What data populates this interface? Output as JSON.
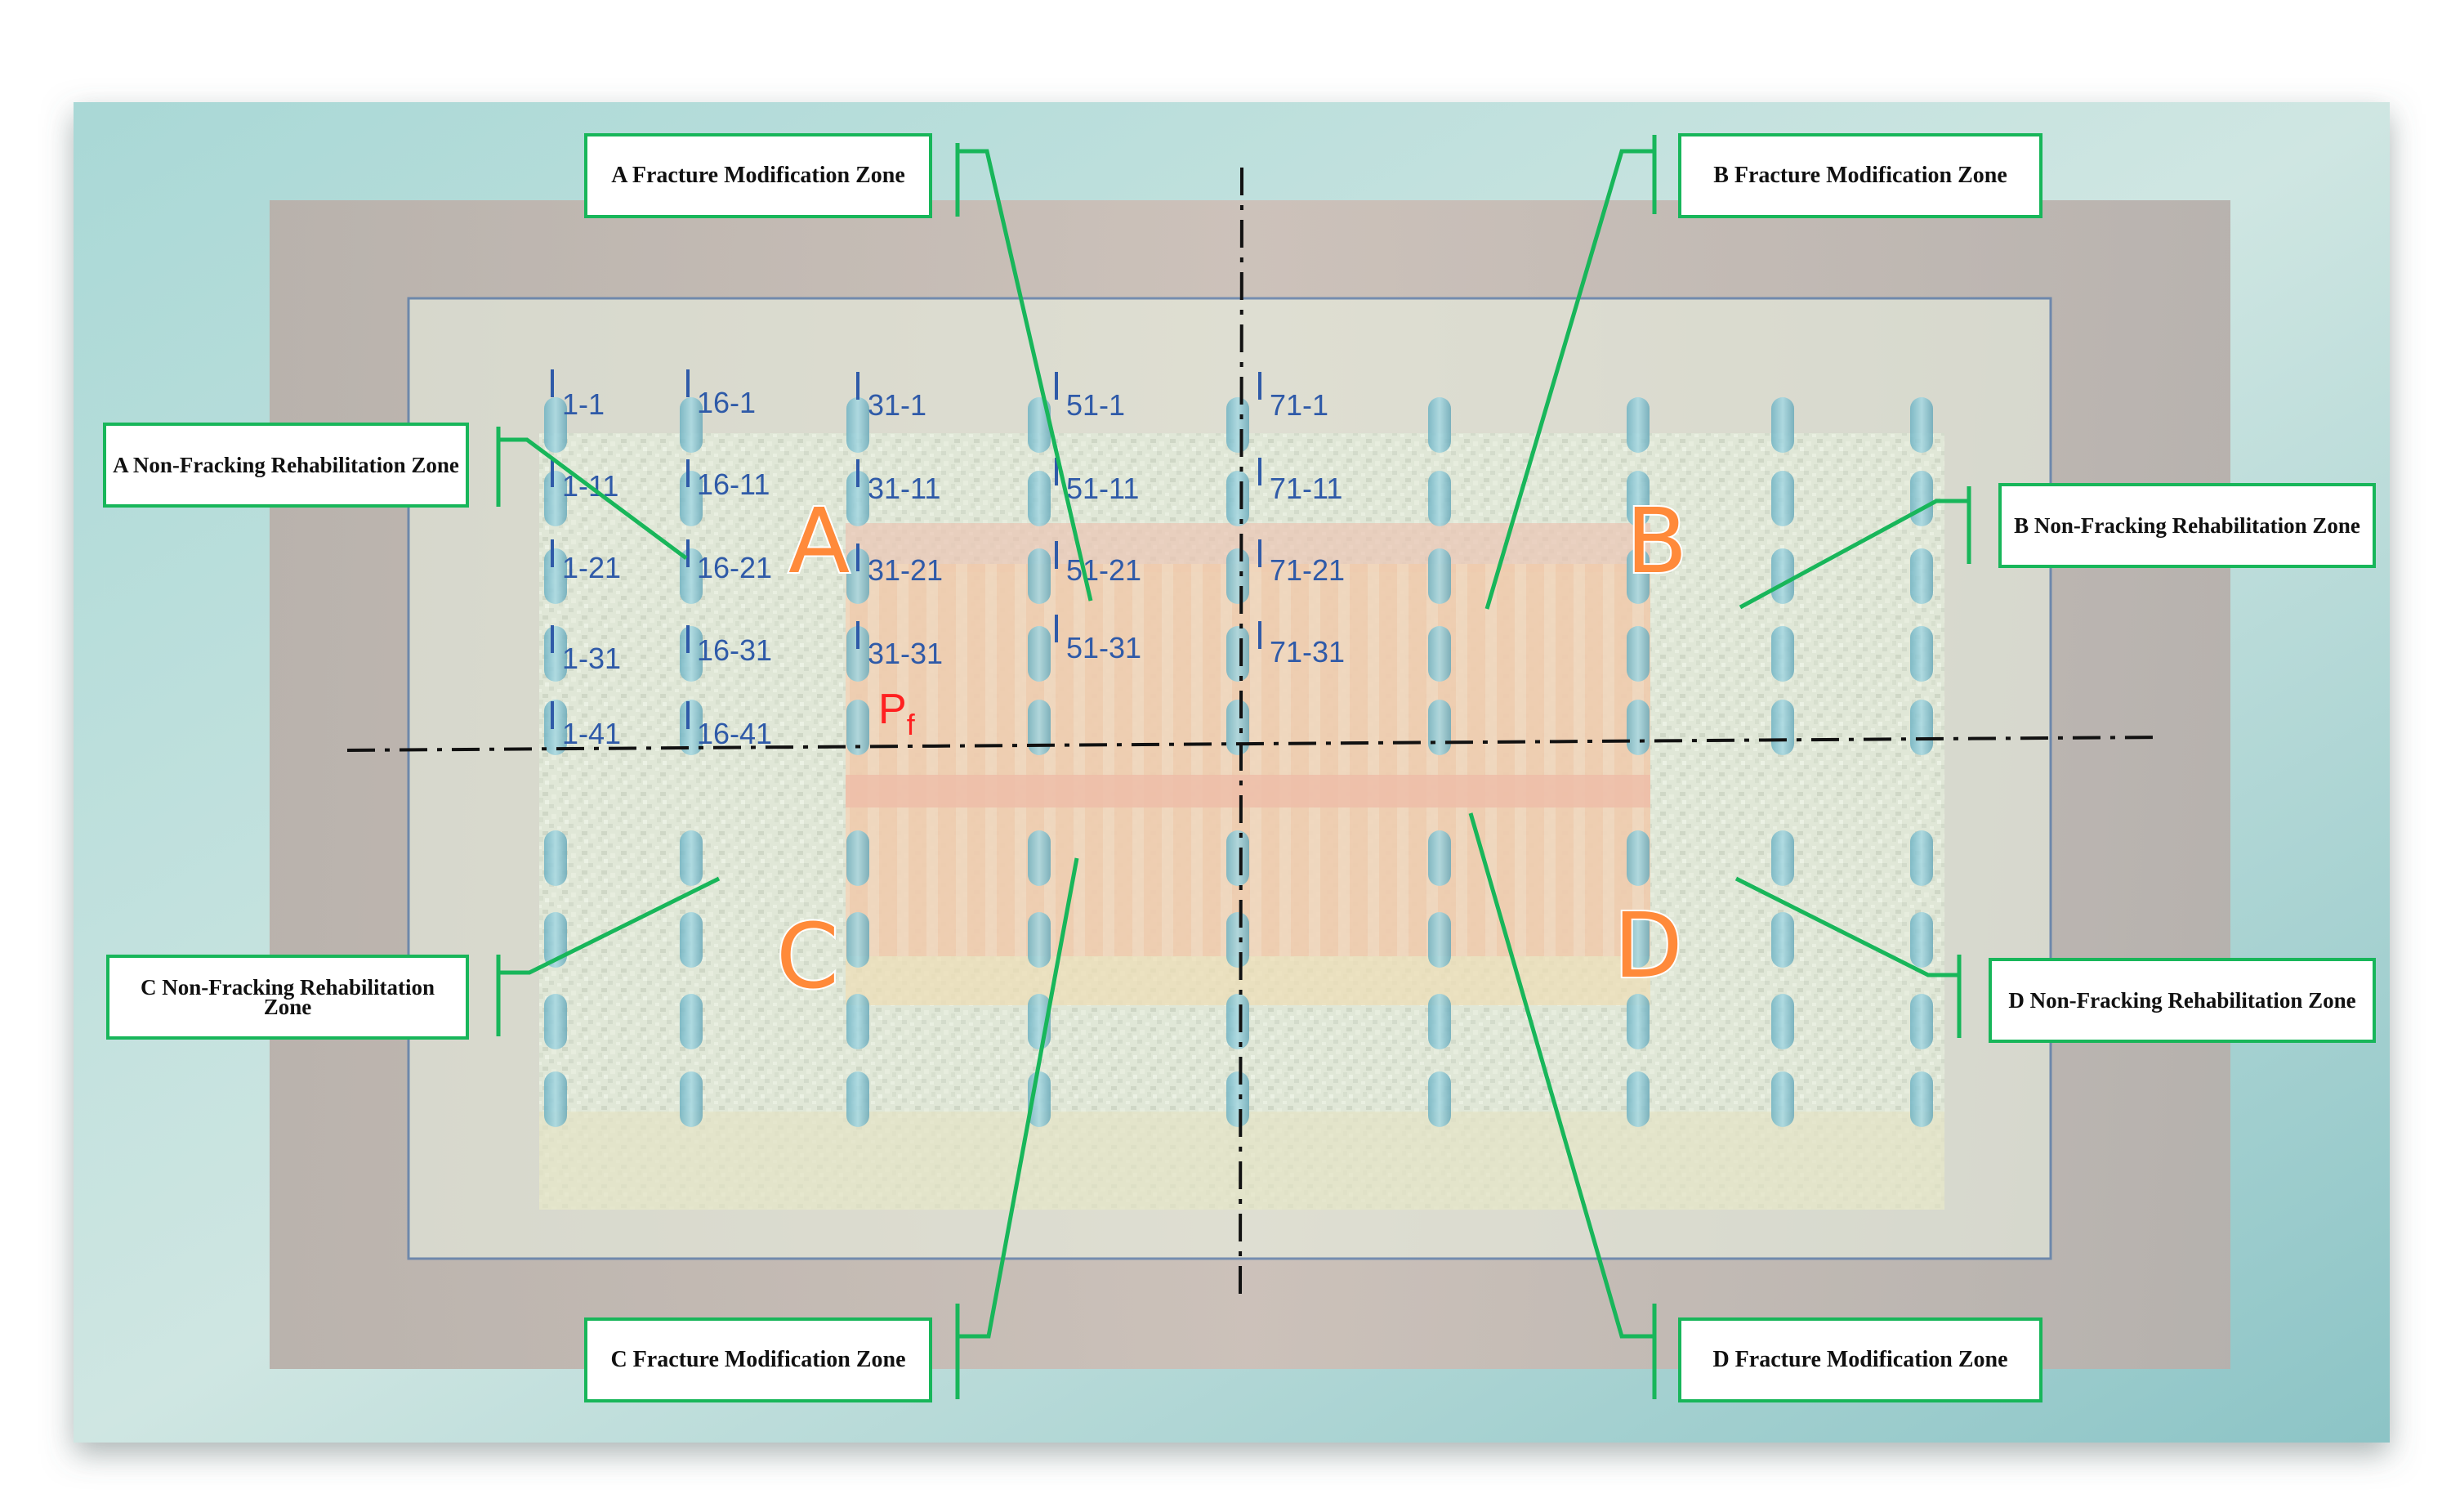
{
  "colors": {
    "outer_background": "#9fcfcf",
    "frame": "#c2b7b0",
    "panel": "#e9f2e2",
    "panel_border": "#2f64a8",
    "fracture_zone": "#f08a55",
    "well": "#7fbfcc",
    "well_label": "#2f5aa8",
    "zone_letter": "#ff8a3a",
    "pf_label": "#ff2020",
    "callout_border": "#18b65a",
    "axis_line": "#111111"
  },
  "zone_letters": [
    "A",
    "B",
    "C",
    "D"
  ],
  "pf_label": {
    "main": "P",
    "sub": "f"
  },
  "well_labels": {
    "col_1": [
      "1-1",
      "1-11",
      "1-21",
      "1-31",
      "1-41"
    ],
    "col_16": [
      "16-1",
      "16-11",
      "16-21",
      "16-31",
      "16-41"
    ],
    "col_31": [
      "31-1",
      "31-11",
      "31-21",
      "31-31"
    ],
    "col_51": [
      "51-1",
      "51-11",
      "51-21",
      "51-31"
    ],
    "col_71": [
      "71-1",
      "71-11",
      "71-21",
      "71-31"
    ]
  },
  "callouts": {
    "a_fracture": "A Fracture Modification Zone",
    "b_fracture": "B Fracture Modification Zone",
    "c_fracture": "C Fracture Modification Zone",
    "d_fracture": "D Fracture Modification Zone",
    "a_nonfrack": "A Non-Fracking Rehabilitation Zone",
    "b_nonfrack": "B Non-Fracking Rehabilitation Zone",
    "c_nonfrack": "C Non-Fracking Rehabilitation Zone",
    "d_nonfrack": "D Non-Fracking Rehabilitation Zone"
  }
}
